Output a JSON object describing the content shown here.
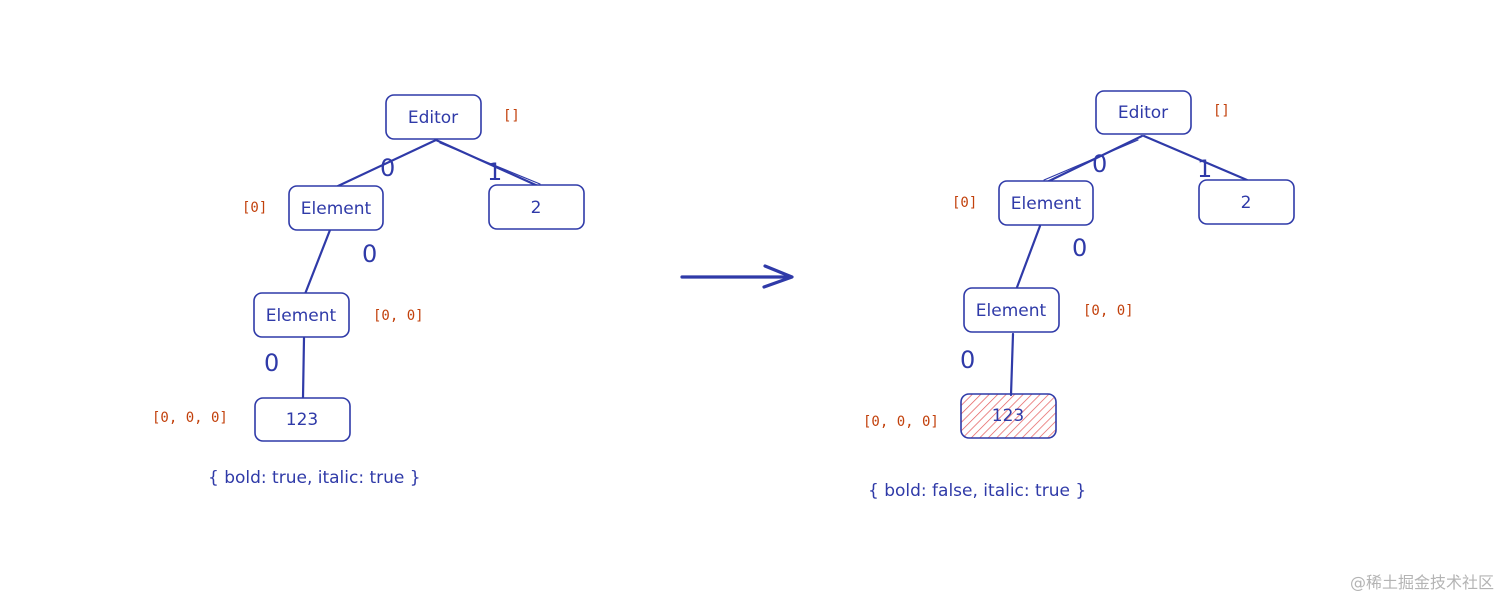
{
  "colors": {
    "ink": "#2f3aa8",
    "path_label": "#c2410c",
    "highlight_hatch": "#e45a5a",
    "watermark": "#b4b4b4"
  },
  "left_tree": {
    "editor": {
      "label": "Editor",
      "path": "[]"
    },
    "element_top": {
      "label": "Element",
      "path": "[0]"
    },
    "text_two": {
      "label": "2"
    },
    "element_inner": {
      "label": "Element",
      "path": "[0, 0]"
    },
    "text_leaf": {
      "label": "123",
      "path": "[0, 0, 0]"
    },
    "edge_labels": {
      "editor_to_element": "0",
      "editor_to_two": "1",
      "element_to_inner": "0",
      "inner_to_leaf": "0"
    },
    "caption": "{ bold: true, italic: true }"
  },
  "right_tree": {
    "editor": {
      "label": "Editor",
      "path": "[]"
    },
    "element_top": {
      "label": "Element",
      "path": "[0]"
    },
    "text_two": {
      "label": "2"
    },
    "element_inner": {
      "label": "Element",
      "path": "[0, 0]"
    },
    "text_leaf": {
      "label": "123",
      "path": "[0, 0, 0]",
      "highlighted": true
    },
    "edge_labels": {
      "editor_to_element": "0",
      "editor_to_two": "1",
      "element_to_inner": "0",
      "inner_to_leaf": "0"
    },
    "caption": "{ bold: false, italic: true }"
  },
  "icons": {
    "transition_arrow": "arrow-right-icon"
  },
  "watermark": "@稀土掘金技术社区"
}
